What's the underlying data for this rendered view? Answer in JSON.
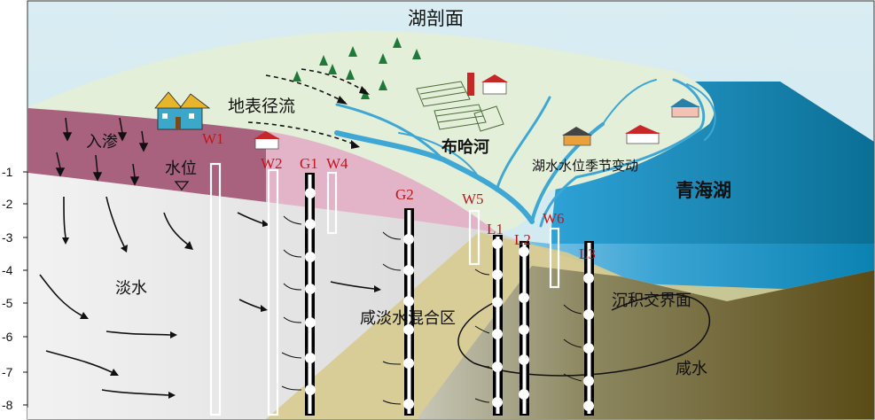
{
  "title": "湖剖面",
  "labels": {
    "surface_runoff": "地表径流",
    "infiltration": "入渗",
    "water_level": "水位",
    "river": "布哈河",
    "lake_level_seasonal": "湖水水位季节变动",
    "lake": "青海湖",
    "fresh_water": "淡水",
    "mixing_zone": "咸淡水混合区",
    "interface": "沉积交界面",
    "saline_water": "咸水"
  },
  "wells": [
    "W1",
    "W2",
    "G1",
    "W4",
    "G2",
    "W5",
    "L1",
    "L2",
    "W6",
    "L3"
  ],
  "depth_ticks": [
    "-1",
    "-2",
    "-3",
    "-4",
    "-5",
    "-6",
    "-7",
    "-8"
  ],
  "colors": {
    "lake_dark": "#0b6f93",
    "lake_light": "#2e9cd0",
    "land": "#e3efd9",
    "pink_zone": "#d9a5bd",
    "mauve": "#a8627e",
    "fresh_grey": "#e6e6e6",
    "mid_grey": "#9a9a9a",
    "sand": "#dccf95",
    "saline_brown": "#6b5a24",
    "label_red": "#c0161b"
  },
  "icons": [
    "house-icon",
    "tree-icon",
    "barn-icon",
    "field-icon"
  ]
}
